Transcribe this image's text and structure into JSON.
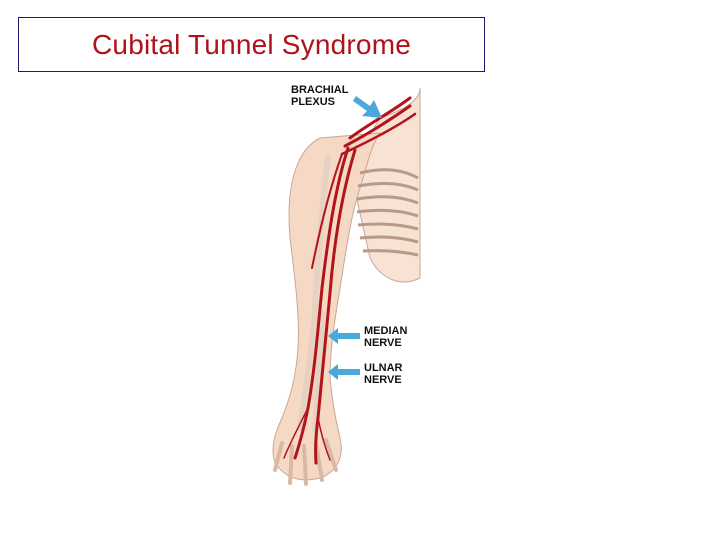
{
  "title": "Cubital Tunnel Syndrome",
  "labels": {
    "brachial": [
      "BRACHIAL",
      "PLEXUS"
    ],
    "median": [
      "MEDIAN",
      "NERVE"
    ],
    "ulnar": [
      "ULNAR",
      "NERVE"
    ]
  },
  "colors": {
    "title": "#b0121b",
    "nerve": "#b3141c",
    "arrow": "#4aa8dc",
    "skin": "#f6d9c4",
    "bone": "#f3e7dc"
  }
}
